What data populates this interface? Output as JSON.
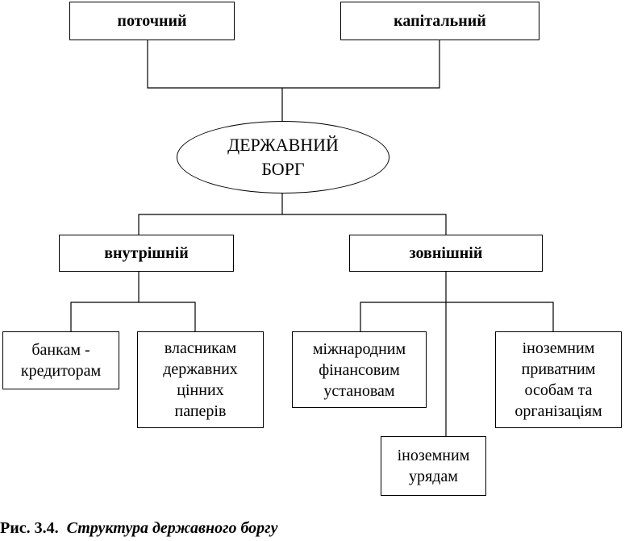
{
  "top": {
    "current": "поточний",
    "capital": "капітальний"
  },
  "center": {
    "label": "ДЕРЖАВНИЙ\nБОРГ"
  },
  "middle": {
    "internal": "внутрішній",
    "external": "зовнішній"
  },
  "internal_holders": {
    "banks": "банкам -\nкредиторам",
    "security_owners": "власникам\nдержавних\nцінних\nпаперів"
  },
  "external_holders": {
    "intl_institutions": "міжнародним\nфінансовим\nустановам",
    "foreign_governments": "іноземним\nурядам",
    "foreign_private": "іноземним\nприватним\nособам та\nорганізаціям"
  },
  "caption": {
    "number": "Рис. 3.4.",
    "title": "Структура державного боргу"
  }
}
